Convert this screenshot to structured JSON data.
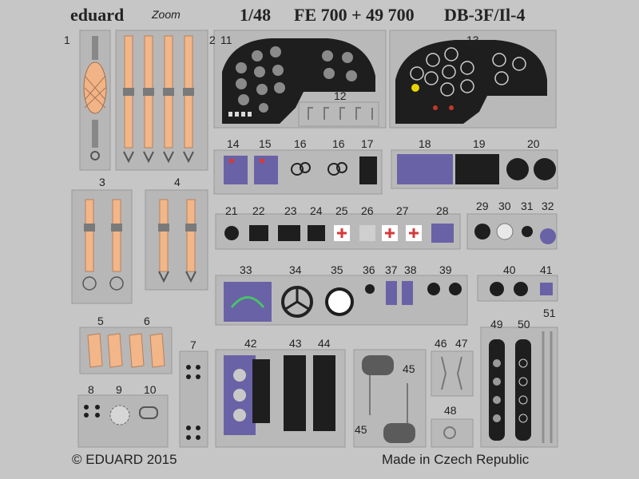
{
  "header": {
    "brand": "eduard",
    "brand_mark": "Zoom",
    "scale": "1/48",
    "codes": "FE 700 + 49 700",
    "model": "DB-3F/Il-4"
  },
  "footer": {
    "copyright": "© EDUARD 2015",
    "origin": "Made in Czech Republic"
  },
  "part_numbers": {
    "n1": "1",
    "n2": "2",
    "n3": "3",
    "n4": "4",
    "n5": "5",
    "n6": "6",
    "n7": "7",
    "n8": "8",
    "n9": "9",
    "n10": "10",
    "n11": "11",
    "n12": "12",
    "n13": "13",
    "n14": "14",
    "n15": "15",
    "n16a": "16",
    "n16b": "16",
    "n17": "17",
    "n18": "18",
    "n19": "19",
    "n20": "20",
    "n21": "21",
    "n22": "22",
    "n23": "23",
    "n24": "24",
    "n25": "25",
    "n26": "26",
    "n27": "27",
    "n28": "28",
    "n29": "29",
    "n30": "30",
    "n31": "31",
    "n32": "32",
    "n33": "33",
    "n34": "34",
    "n35": "35",
    "n36": "36",
    "n37": "37",
    "n38": "38",
    "n39": "39",
    "n40": "40",
    "n41": "41",
    "n42": "42",
    "n43": "43",
    "n44": "44",
    "n45a": "45",
    "n45b": "45",
    "n46": "46",
    "n47": "47",
    "n48": "48",
    "n49": "49",
    "n50": "50",
    "n51": "51"
  },
  "colors": {
    "fret": "#c4c4c4",
    "part": "#b3b3b3",
    "belt": "#f2b689",
    "panel": "#1e1e1e",
    "red": "#d43a3a",
    "purple": "#6a62a6"
  }
}
